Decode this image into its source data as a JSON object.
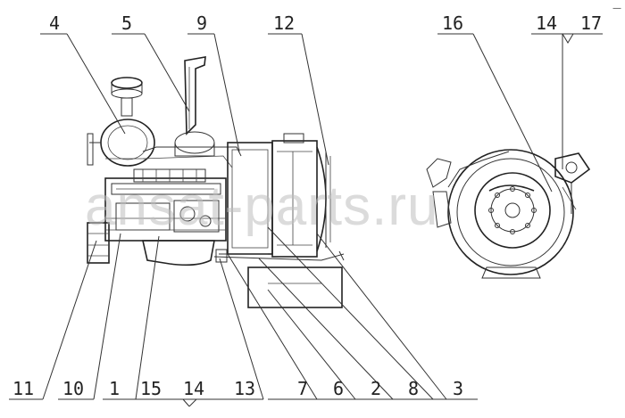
{
  "watermark": "ansat-parts.ru",
  "corner_mark": "—",
  "top_callouts": [
    "4",
    "5",
    "9",
    "12",
    "16",
    "14",
    "17"
  ],
  "bottom_callouts": [
    "11",
    "10",
    "1",
    "15",
    "14",
    "13",
    "7",
    "6",
    "2",
    "8",
    "3"
  ]
}
